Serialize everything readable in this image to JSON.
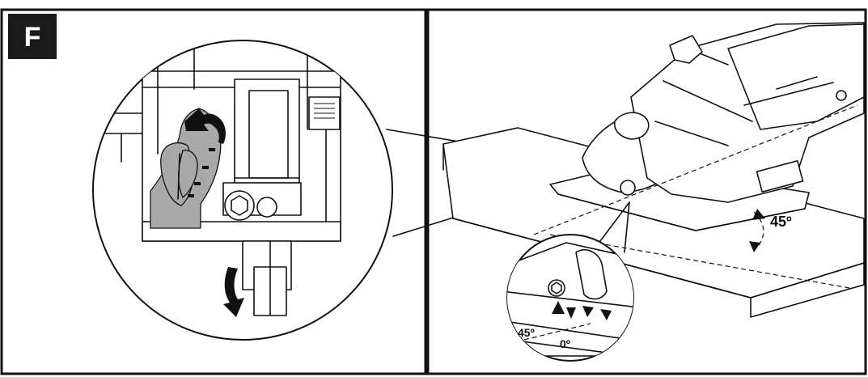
{
  "figure": {
    "panel_label": "F",
    "callouts": {
      "bevel_large": "45º",
      "detail_45": "45º",
      "detail_0": "0º"
    }
  },
  "icons": {
    "rotate_arrow": "curved-arrow-icon",
    "lock_arrow": "down-arrow-icon"
  },
  "colors": {
    "ink": "#111111",
    "highlight": "#a9a9a9",
    "badge": "#1a1a1a"
  }
}
